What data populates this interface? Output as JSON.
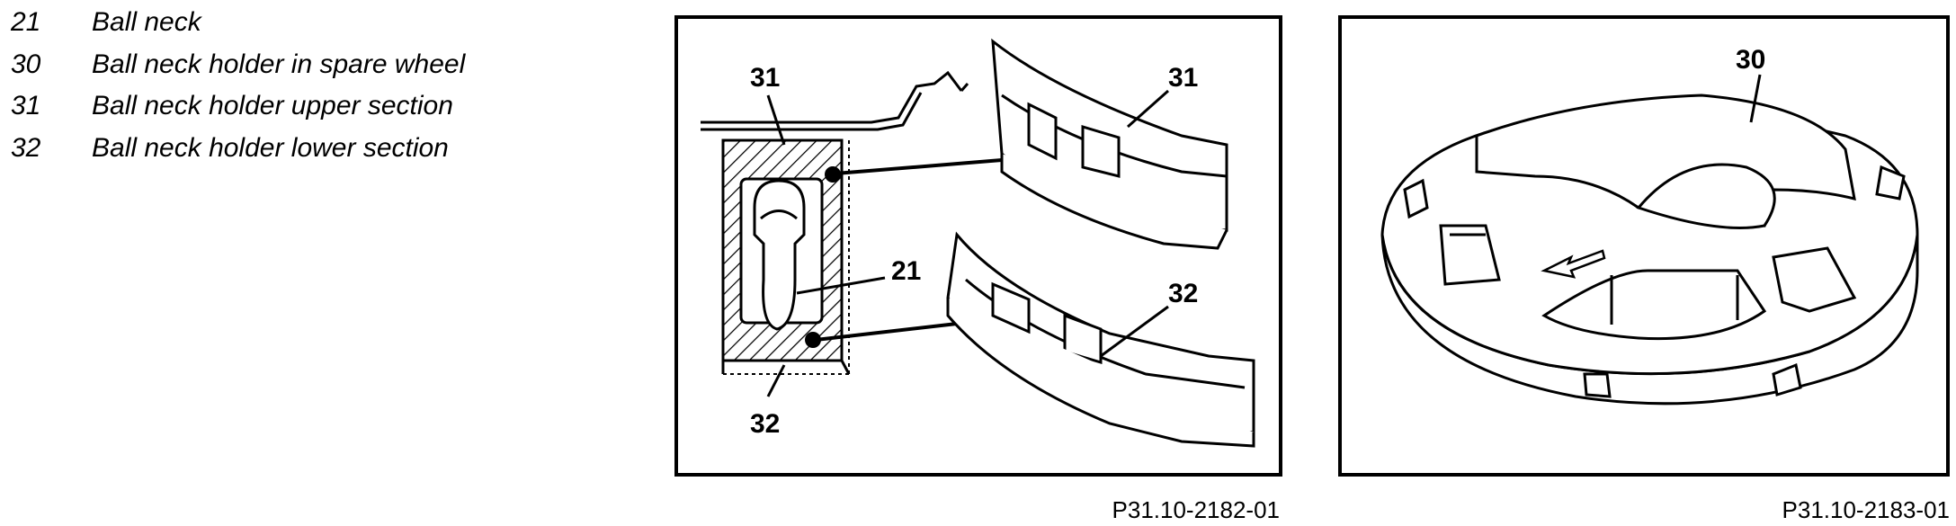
{
  "legend": [
    {
      "num": "21",
      "text": "Ball neck"
    },
    {
      "num": "30",
      "text": "Ball neck holder in spare wheel"
    },
    {
      "num": "31",
      "text": "Ball neck holder upper section"
    },
    {
      "num": "32",
      "text": "Ball neck holder lower section"
    }
  ],
  "figure1": {
    "caption": "P31.10-2182-01",
    "callouts": {
      "upper_left": "31",
      "upper_right": "31",
      "ball_neck": "21",
      "lower_right": "32",
      "lower_left": "32"
    }
  },
  "figure2": {
    "caption": "P31.10-2183-01",
    "callouts": {
      "holder": "30"
    }
  }
}
